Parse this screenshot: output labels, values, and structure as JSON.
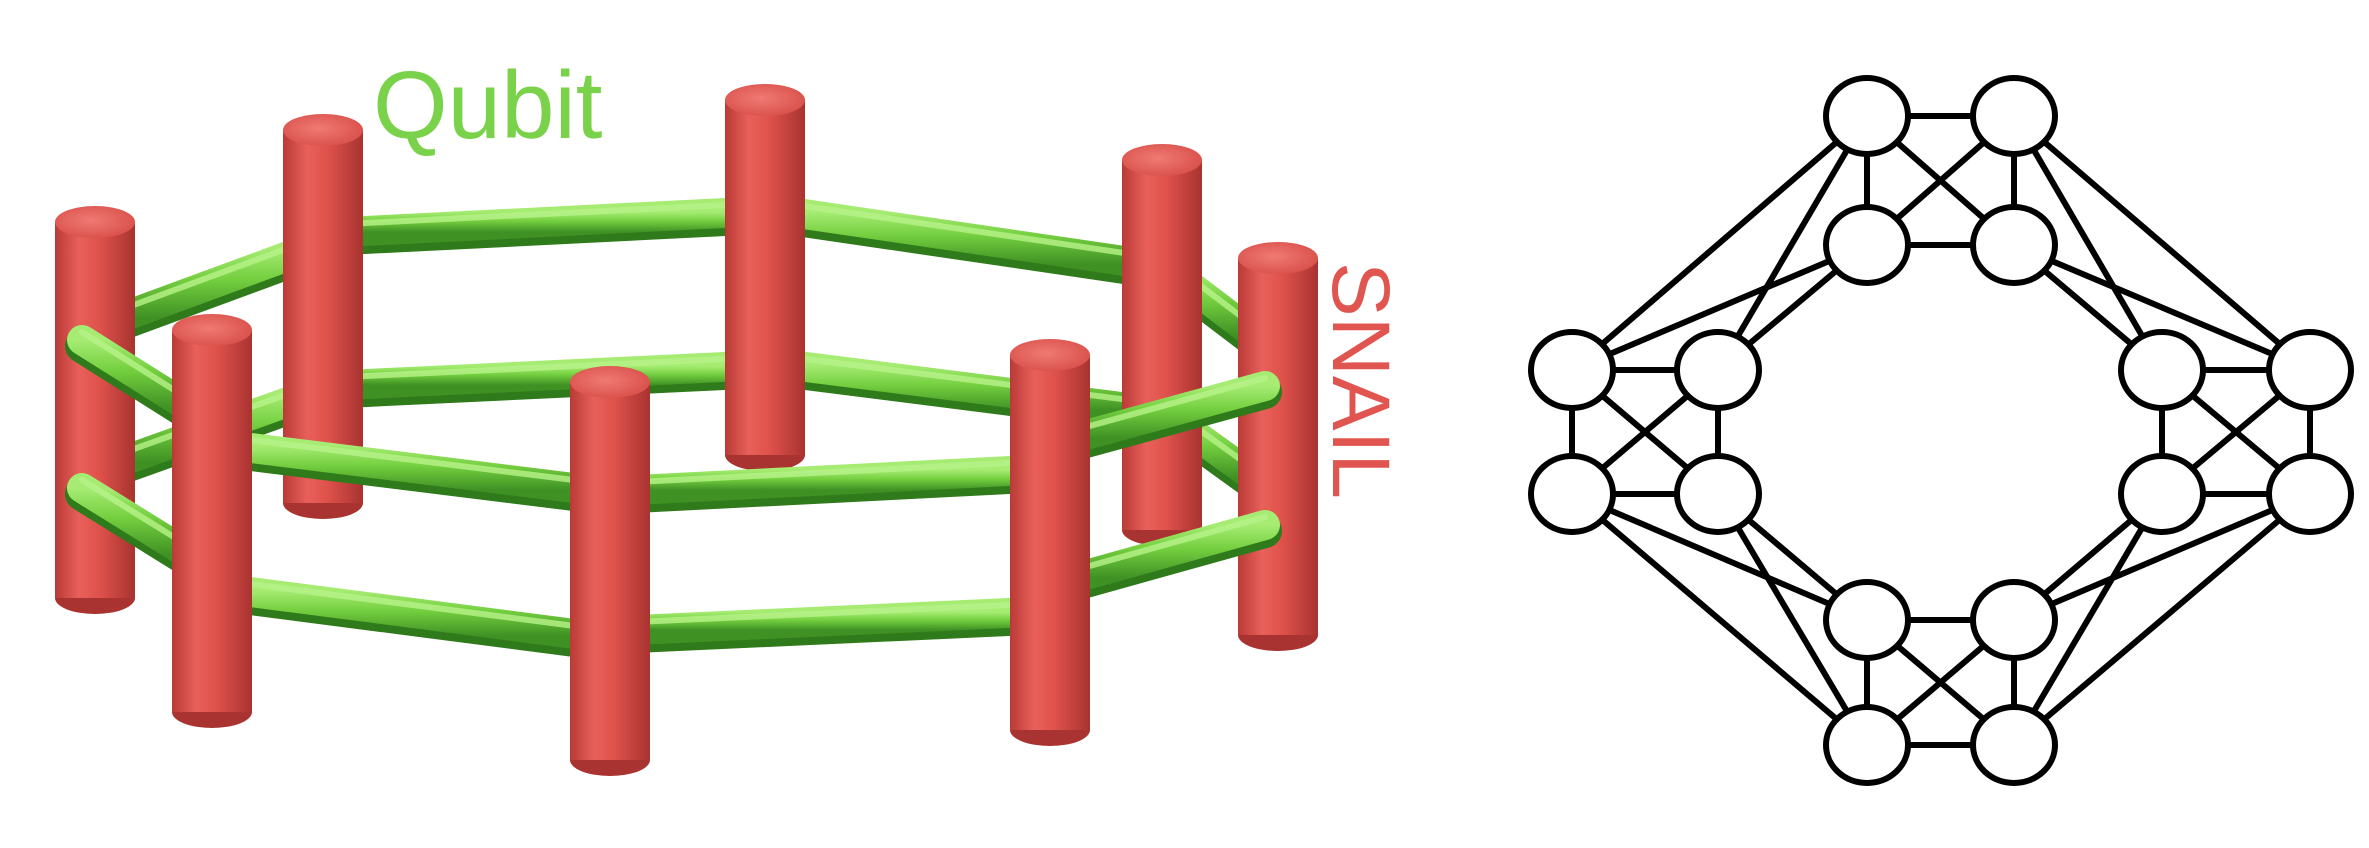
{
  "labels": {
    "qubit": "Qubit",
    "snail": "SNAIL"
  },
  "colors": {
    "qubit_green": "#7ad24a",
    "snail_red": "#e05550",
    "graph_stroke": "#000000",
    "node_fill": "#ffffff"
  },
  "graph": {
    "node_count": 16,
    "edge_count": 40
  }
}
